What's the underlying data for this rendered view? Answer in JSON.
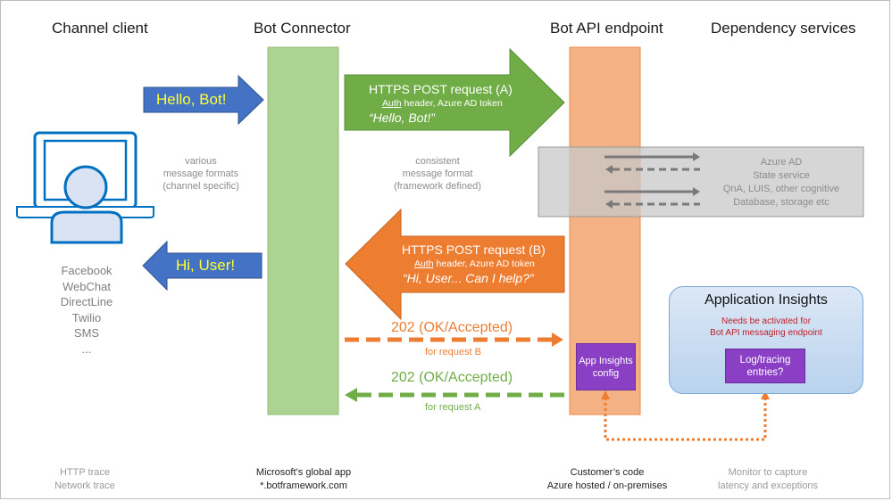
{
  "columns": {
    "channel_client": "Channel client",
    "bot_connector": "Bot Connector",
    "bot_api_endpoint": "Bot API endpoint",
    "dependency_services": "Dependency services"
  },
  "channel_client": {
    "incoming_message": "Hello, Bot!",
    "outgoing_message": "Hi, User!",
    "format_note": [
      "various",
      "message formats",
      "(channel specific)"
    ],
    "channels": [
      "Facebook",
      "WebChat",
      "DirectLine",
      "Twilio",
      "SMS",
      "..."
    ]
  },
  "connector": {
    "format_note": [
      "consistent",
      "message format",
      "(framework defined)"
    ]
  },
  "request_a": {
    "title": "HTTPS POST request (A)",
    "auth_word": "Auth",
    "auth_rest": " header, Azure AD token",
    "quote": "“Hello, Bot!”"
  },
  "request_b": {
    "title": "HTTPS POST request (B)",
    "auth_word": "Auth",
    "auth_rest": " header, Azure AD token",
    "quote": "“Hi, User... Can I help?”"
  },
  "dependencies": {
    "items": [
      "Azure AD",
      "State service",
      "QnA, LUIS, other cognitive",
      "Database, storage etc"
    ]
  },
  "responses": {
    "b": {
      "status": "202 (OK/Accepted)",
      "note": "for request B"
    },
    "a": {
      "status": "202 (OK/Accepted)",
      "note": "for request A"
    }
  },
  "app_insights_config": "App Insights config",
  "application_insights": {
    "title": "Application Insights",
    "note": [
      "Needs be activated for",
      "Bot API messaging endpoint"
    ],
    "log_box": "Log/tracing entries?"
  },
  "footers": {
    "channel": [
      "HTTP trace",
      "Network trace"
    ],
    "connector": [
      "Microsoft’s global app",
      "*.botframework.com"
    ],
    "endpoint": [
      "Customer’s code",
      "Azure hosted / on-premises"
    ],
    "monitor": [
      "Monitor to capture",
      "latency and exceptions"
    ]
  },
  "colors": {
    "blue_arrow": "#4472c4",
    "green": "#70ad47",
    "orange": "#ed7d31",
    "connector_bar": "#a9d18e",
    "endpoint_bar": "#f4b183",
    "purple": "#8a3fc4",
    "dependency_box": "#d0d0d0"
  }
}
